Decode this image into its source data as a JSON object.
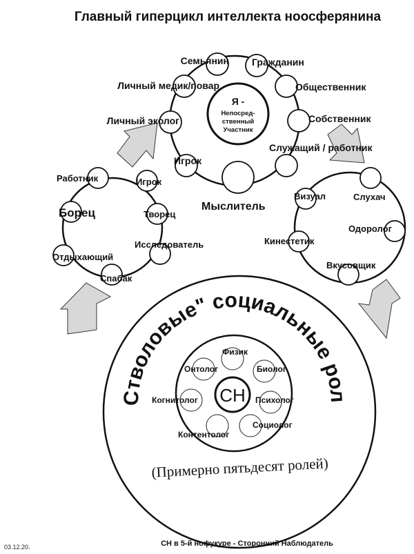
{
  "title": "Главный гиперцикл интеллекта ноосферянина",
  "top_cycle": {
    "center": [
      "Я -",
      "Непосред-",
      "ственный",
      "Участник"
    ],
    "roles": [
      "Семьянин",
      "Гражданин",
      "Личный медик/повар",
      "Общественник",
      "Личный эколог",
      "Собственник",
      "Игрок",
      "Служащий / работник",
      "Мыслитель"
    ]
  },
  "left_cycle": {
    "roles": [
      "Работник",
      "Игрок",
      "Борец",
      "Творец",
      "Исследователь",
      "Отдыхающий",
      "Спабак"
    ]
  },
  "right_cycle": {
    "roles": [
      "Визуал",
      "Слухач",
      "Одоролог",
      "Кинестетик",
      "Вкусовщик"
    ]
  },
  "stem": {
    "arc_title": "\"Стволовые\" социальные роли",
    "center": "СН",
    "roles": [
      "Физик",
      "Онтолог",
      "Биолог",
      "Когнитолог",
      "Психолог",
      "Контентолог",
      "Социолог"
    ],
    "note": "(Примерно пятьдесят ролей)"
  },
  "footer": "СН в 5-й нофукуре - Сторонний Наблюдатель",
  "date": "03.12.20."
}
